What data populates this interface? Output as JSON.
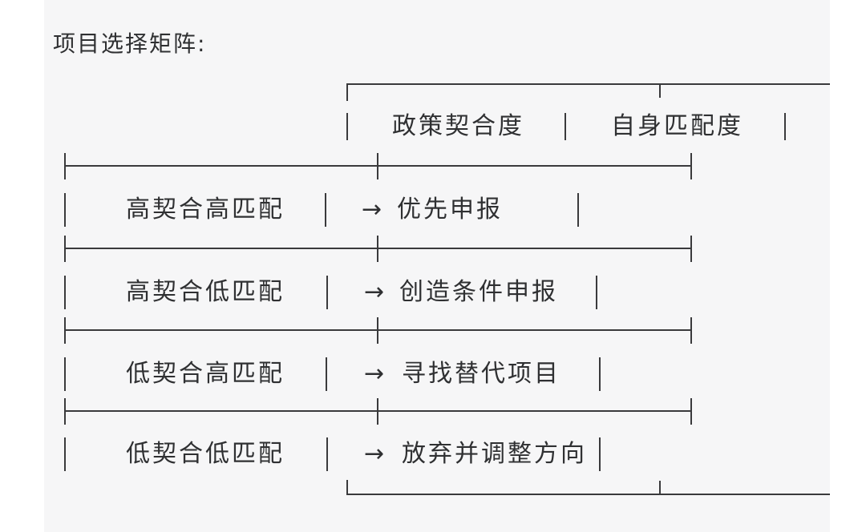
{
  "title": "项目选择矩阵:",
  "colors": {
    "page_bg": "#ffffff",
    "panel_bg": "#f6f6f7",
    "ink": "#2f3032",
    "line": "#3a3a3c"
  },
  "matrix": {
    "column_headers": [
      "政策契合度",
      "自身匹配度"
    ],
    "rows": [
      {
        "condition": "高契合高匹配",
        "arrow": "→",
        "action": "优先申报"
      },
      {
        "condition": "高契合低匹配",
        "arrow": "→",
        "action": "创造条件申报"
      },
      {
        "condition": "低契合高匹配",
        "arrow": "→",
        "action": "寻找替代项目"
      },
      {
        "condition": "低契合低匹配",
        "arrow": "→",
        "action": "放弃并调整方向"
      }
    ]
  }
}
